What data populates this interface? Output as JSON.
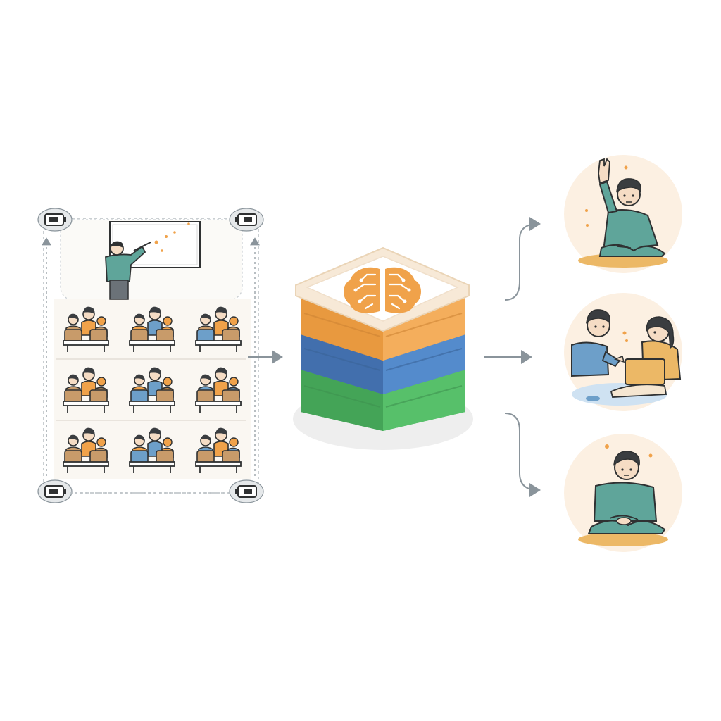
{
  "diagram": {
    "type": "flow",
    "text_labels": [],
    "colors": {
      "stroke": "#2f3132",
      "arrow": "#8a949b",
      "camera_bg": "#e5e8ea",
      "orange": "#f0a24a",
      "blue": "#4a7fc0",
      "green": "#4fb562",
      "teal": "#5fa59a",
      "sand": "#c89b6a",
      "sky": "#6d9fc9",
      "peach_bg": "#fcf0e2",
      "floor": "#ecb866"
    },
    "classroom": {
      "cameras": [
        "camera-icon",
        "camera-icon",
        "camera-icon",
        "camera-icon"
      ],
      "teacher": "teacher-pointing-at-whiteboard",
      "desk_rows": 3,
      "desks_per_row": 3
    },
    "model": {
      "icon": "brain-icon",
      "layers": [
        "orange",
        "blue",
        "green"
      ]
    },
    "outcomes": [
      {
        "icon": "student-raising-hand-icon"
      },
      {
        "icon": "students-collaborating-laptop-icon"
      },
      {
        "icon": "student-thinking-icon"
      }
    ]
  }
}
